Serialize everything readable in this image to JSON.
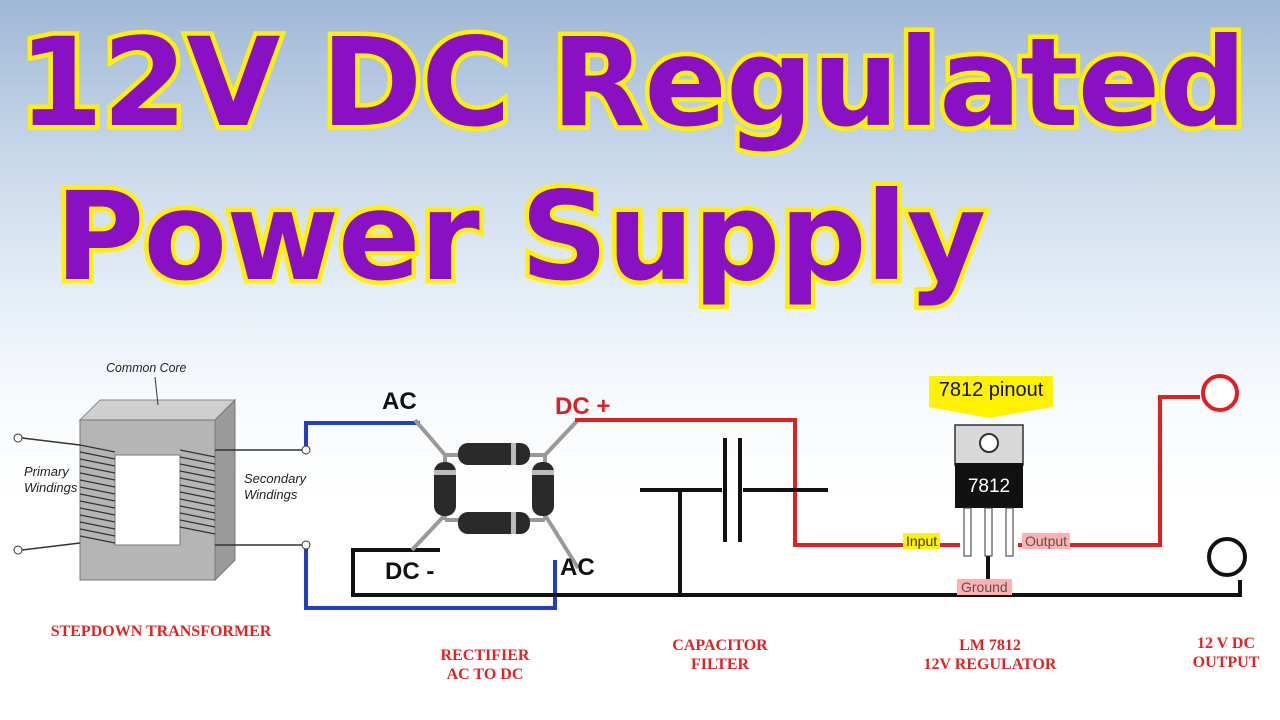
{
  "title": {
    "line1": "12V DC Regulated",
    "line2": "Power Supply"
  },
  "transformer": {
    "core_label": "Common Core",
    "primary_label": "Primary\nWindings",
    "secondary_label": "Secondary\nWindings"
  },
  "rectifier": {
    "ac_top": "AC",
    "dc_plus": "DC +",
    "dc_minus": "DC -",
    "ac_bottom": "AC"
  },
  "regulator": {
    "pinout_label": "7812 pinout",
    "chip_label": "7812",
    "input_label": "Input",
    "output_label": "Output",
    "ground_label": "Ground"
  },
  "captions": {
    "transformer": "STEPDOWN TRANSFORMER",
    "rectifier": "RECTIFIER\nAC TO DC",
    "capacitor": "CAPACITOR\nFILTER",
    "regulator": "LM 7812\n12V REGULATOR",
    "output": "12 V DC\nOUTPUT"
  },
  "colors": {
    "title_fill": "#8a10c4",
    "title_outline": "#fff200",
    "positive_wire": "#e02020",
    "ac_wire": "#2040c0",
    "caption": "#e32222"
  }
}
